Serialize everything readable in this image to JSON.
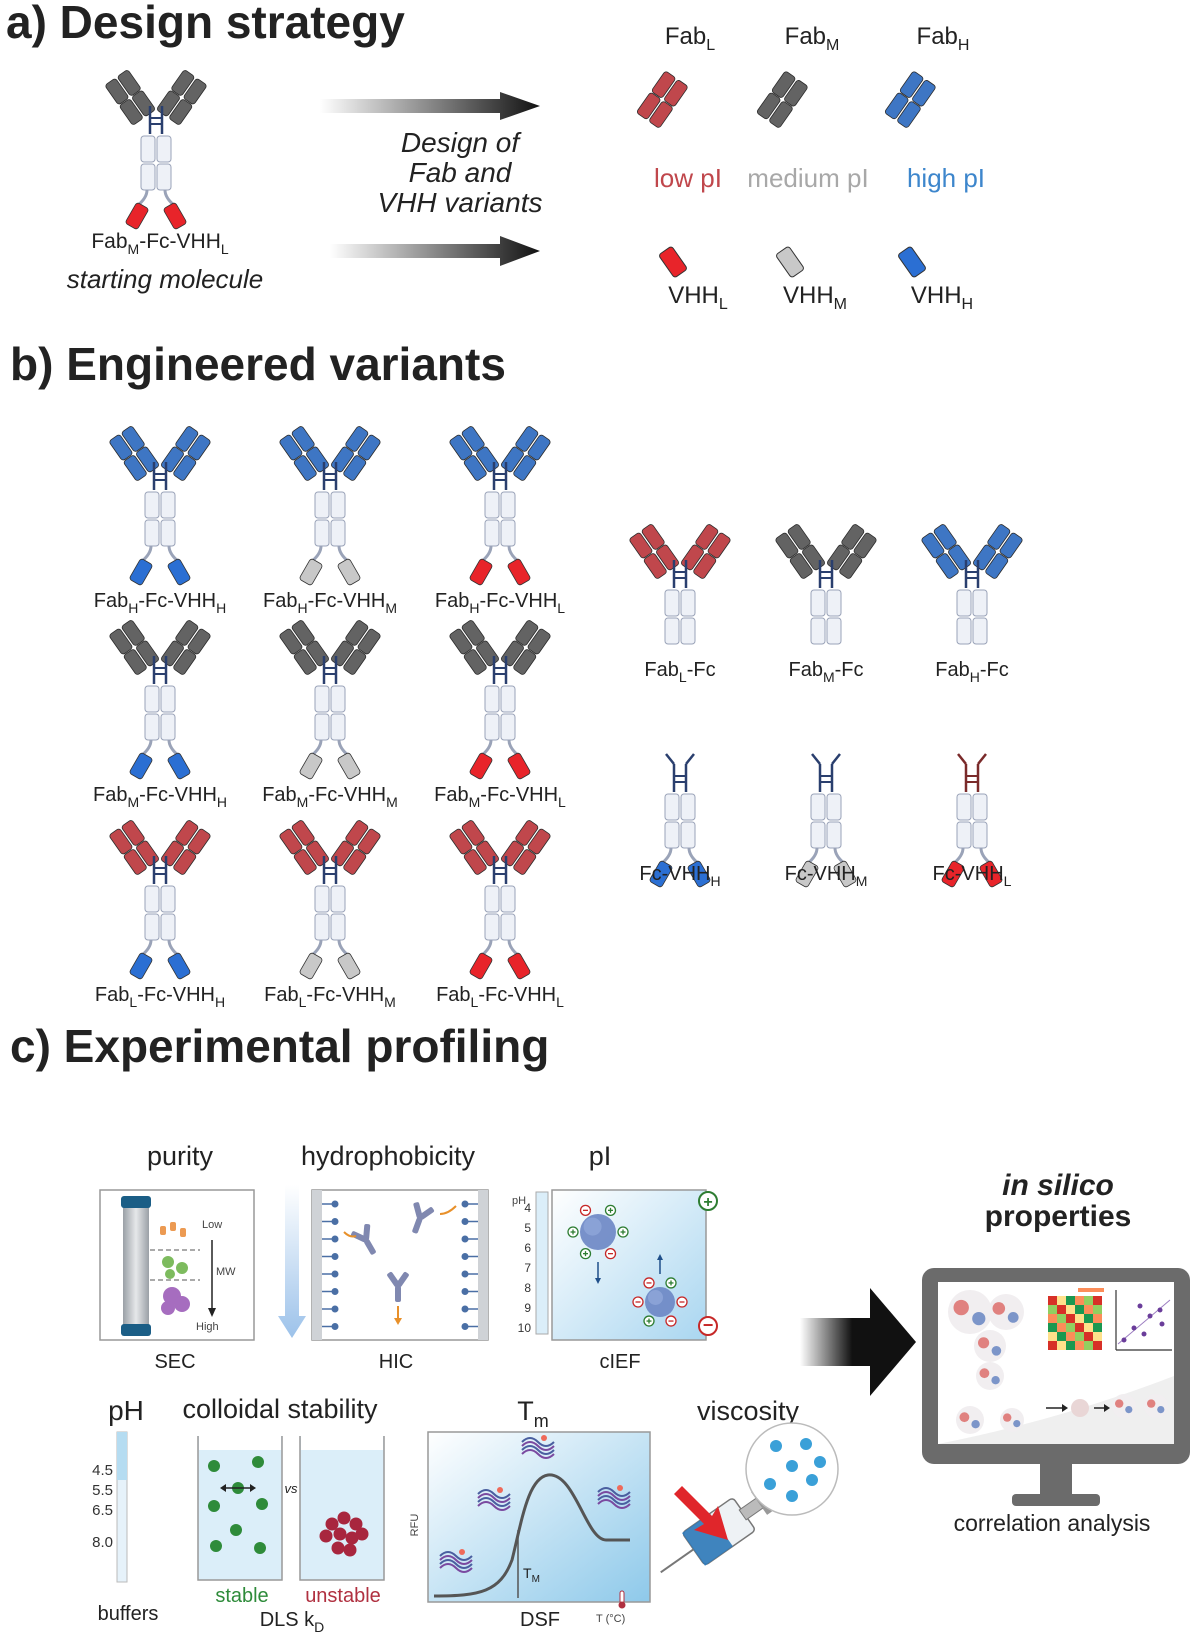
{
  "sections": {
    "a": "a) Design strategy",
    "b": "b) Engineered variants",
    "c": "c) Experimental profiling"
  },
  "design": {
    "fab_low": {
      "main": "Fab",
      "sub": "L"
    },
    "fab_med": {
      "main": "Fab",
      "sub": "M"
    },
    "fab_high": {
      "main": "Fab",
      "sub": "H"
    },
    "low_pi": "low pI",
    "med_pi": "medium pI",
    "high_pi": "high pI",
    "vhh_low": {
      "main": "VHH",
      "sub": "L"
    },
    "vhh_med": {
      "main": "VHH",
      "sub": "M"
    },
    "vhh_high": {
      "main": "VHH",
      "sub": "H"
    },
    "arrow_text": [
      "Design of",
      "Fab and",
      "VHH variants"
    ],
    "start_label": [
      {
        "t": "Fab"
      },
      {
        "t": "M",
        "sub": true
      },
      {
        "t": "-Fc-VHH"
      },
      {
        "t": "L",
        "sub": true
      }
    ],
    "start_caption": "starting molecule"
  },
  "variants": {
    "fab_fc_vhh": [
      [
        {
          "t": "Fab"
        },
        {
          "t": "H",
          "sub": true
        },
        {
          "t": "-Fc-VHH"
        },
        {
          "t": "H",
          "sub": true
        }
      ],
      [
        {
          "t": "Fab"
        },
        {
          "t": "H",
          "sub": true
        },
        {
          "t": "-Fc-VHH"
        },
        {
          "t": "M",
          "sub": true
        }
      ],
      [
        {
          "t": "Fab"
        },
        {
          "t": "H",
          "sub": true
        },
        {
          "t": "-Fc-VHH"
        },
        {
          "t": "L",
          "sub": true
        }
      ],
      [
        {
          "t": "Fab"
        },
        {
          "t": "M",
          "sub": true
        },
        {
          "t": "-Fc-VHH"
        },
        {
          "t": "H",
          "sub": true
        }
      ],
      [
        {
          "t": "Fab"
        },
        {
          "t": "M",
          "sub": true
        },
        {
          "t": "-Fc-VHH"
        },
        {
          "t": "M",
          "sub": true
        }
      ],
      [
        {
          "t": "Fab"
        },
        {
          "t": "M",
          "sub": true
        },
        {
          "t": "-Fc-VHH"
        },
        {
          "t": "L",
          "sub": true
        }
      ],
      [
        {
          "t": "Fab"
        },
        {
          "t": "L",
          "sub": true
        },
        {
          "t": "-Fc-VHH"
        },
        {
          "t": "H",
          "sub": true
        }
      ],
      [
        {
          "t": "Fab"
        },
        {
          "t": "L",
          "sub": true
        },
        {
          "t": "-Fc-VHH"
        },
        {
          "t": "M",
          "sub": true
        }
      ],
      [
        {
          "t": "Fab"
        },
        {
          "t": "L",
          "sub": true
        },
        {
          "t": "-Fc-VHH"
        },
        {
          "t": "L",
          "sub": true
        }
      ]
    ],
    "fab_fc": [
      [
        {
          "t": "Fab"
        },
        {
          "t": "L",
          "sub": true
        },
        {
          "t": "-Fc"
        }
      ],
      [
        {
          "t": "Fab"
        },
        {
          "t": "M",
          "sub": true
        },
        {
          "t": "-Fc"
        }
      ],
      [
        {
          "t": "Fab"
        },
        {
          "t": "H",
          "sub": true
        },
        {
          "t": "-Fc"
        }
      ]
    ],
    "fc_vhh": [
      [
        {
          "t": "Fc-VHH"
        },
        {
          "t": "H",
          "sub": true
        }
      ],
      [
        {
          "t": "Fc-VHH"
        },
        {
          "t": "M",
          "sub": true
        }
      ],
      [
        {
          "t": "Fc-VHH"
        },
        {
          "t": "L",
          "sub": true
        }
      ]
    ]
  },
  "profiling": {
    "purity": "purity",
    "sec": "SEC",
    "sec_low": "Low",
    "sec_high": "High",
    "sec_mw": "MW",
    "hydrophobicity": "hydrophobicity",
    "hic": "HIC",
    "pi": "pI",
    "cief": "cIEF",
    "ph_axis": "pH",
    "ph_ticks": [
      "4",
      "5",
      "6",
      "7",
      "8",
      "9",
      "10"
    ],
    "ph": "pH",
    "buffer_ticks": [
      "4.5",
      "5.5",
      "6.5",
      "8.0"
    ],
    "buffers": "buffers",
    "colloidal": "colloidal stability",
    "vs": "vs",
    "stable": "stable",
    "unstable": "unstable",
    "dls": {
      "main": "DLS k",
      "sub": "D"
    },
    "tm_title": {
      "main": "T",
      "sub": "m"
    },
    "rfu": "RFU",
    "tm_mark": {
      "main": "T",
      "sub": "M"
    },
    "t_axis": "T (°C)",
    "dsf": "DSF",
    "viscosity": "viscosity",
    "in_silico": "in silico",
    "properties": "properties",
    "correlation": "correlation analysis"
  },
  "colors": {
    "low": "#c0474c",
    "med": "#636363",
    "high": "#3e76c4",
    "vhh_low": "#e8242a",
    "vhh_med": "#c8c8c8",
    "vhh_high": "#2b6fd3",
    "low_text": "#c0474c",
    "med_text": "#a8a8a8",
    "high_text": "#3d86cc",
    "stable": "#2e8b3a",
    "unstable": "#b03040"
  }
}
